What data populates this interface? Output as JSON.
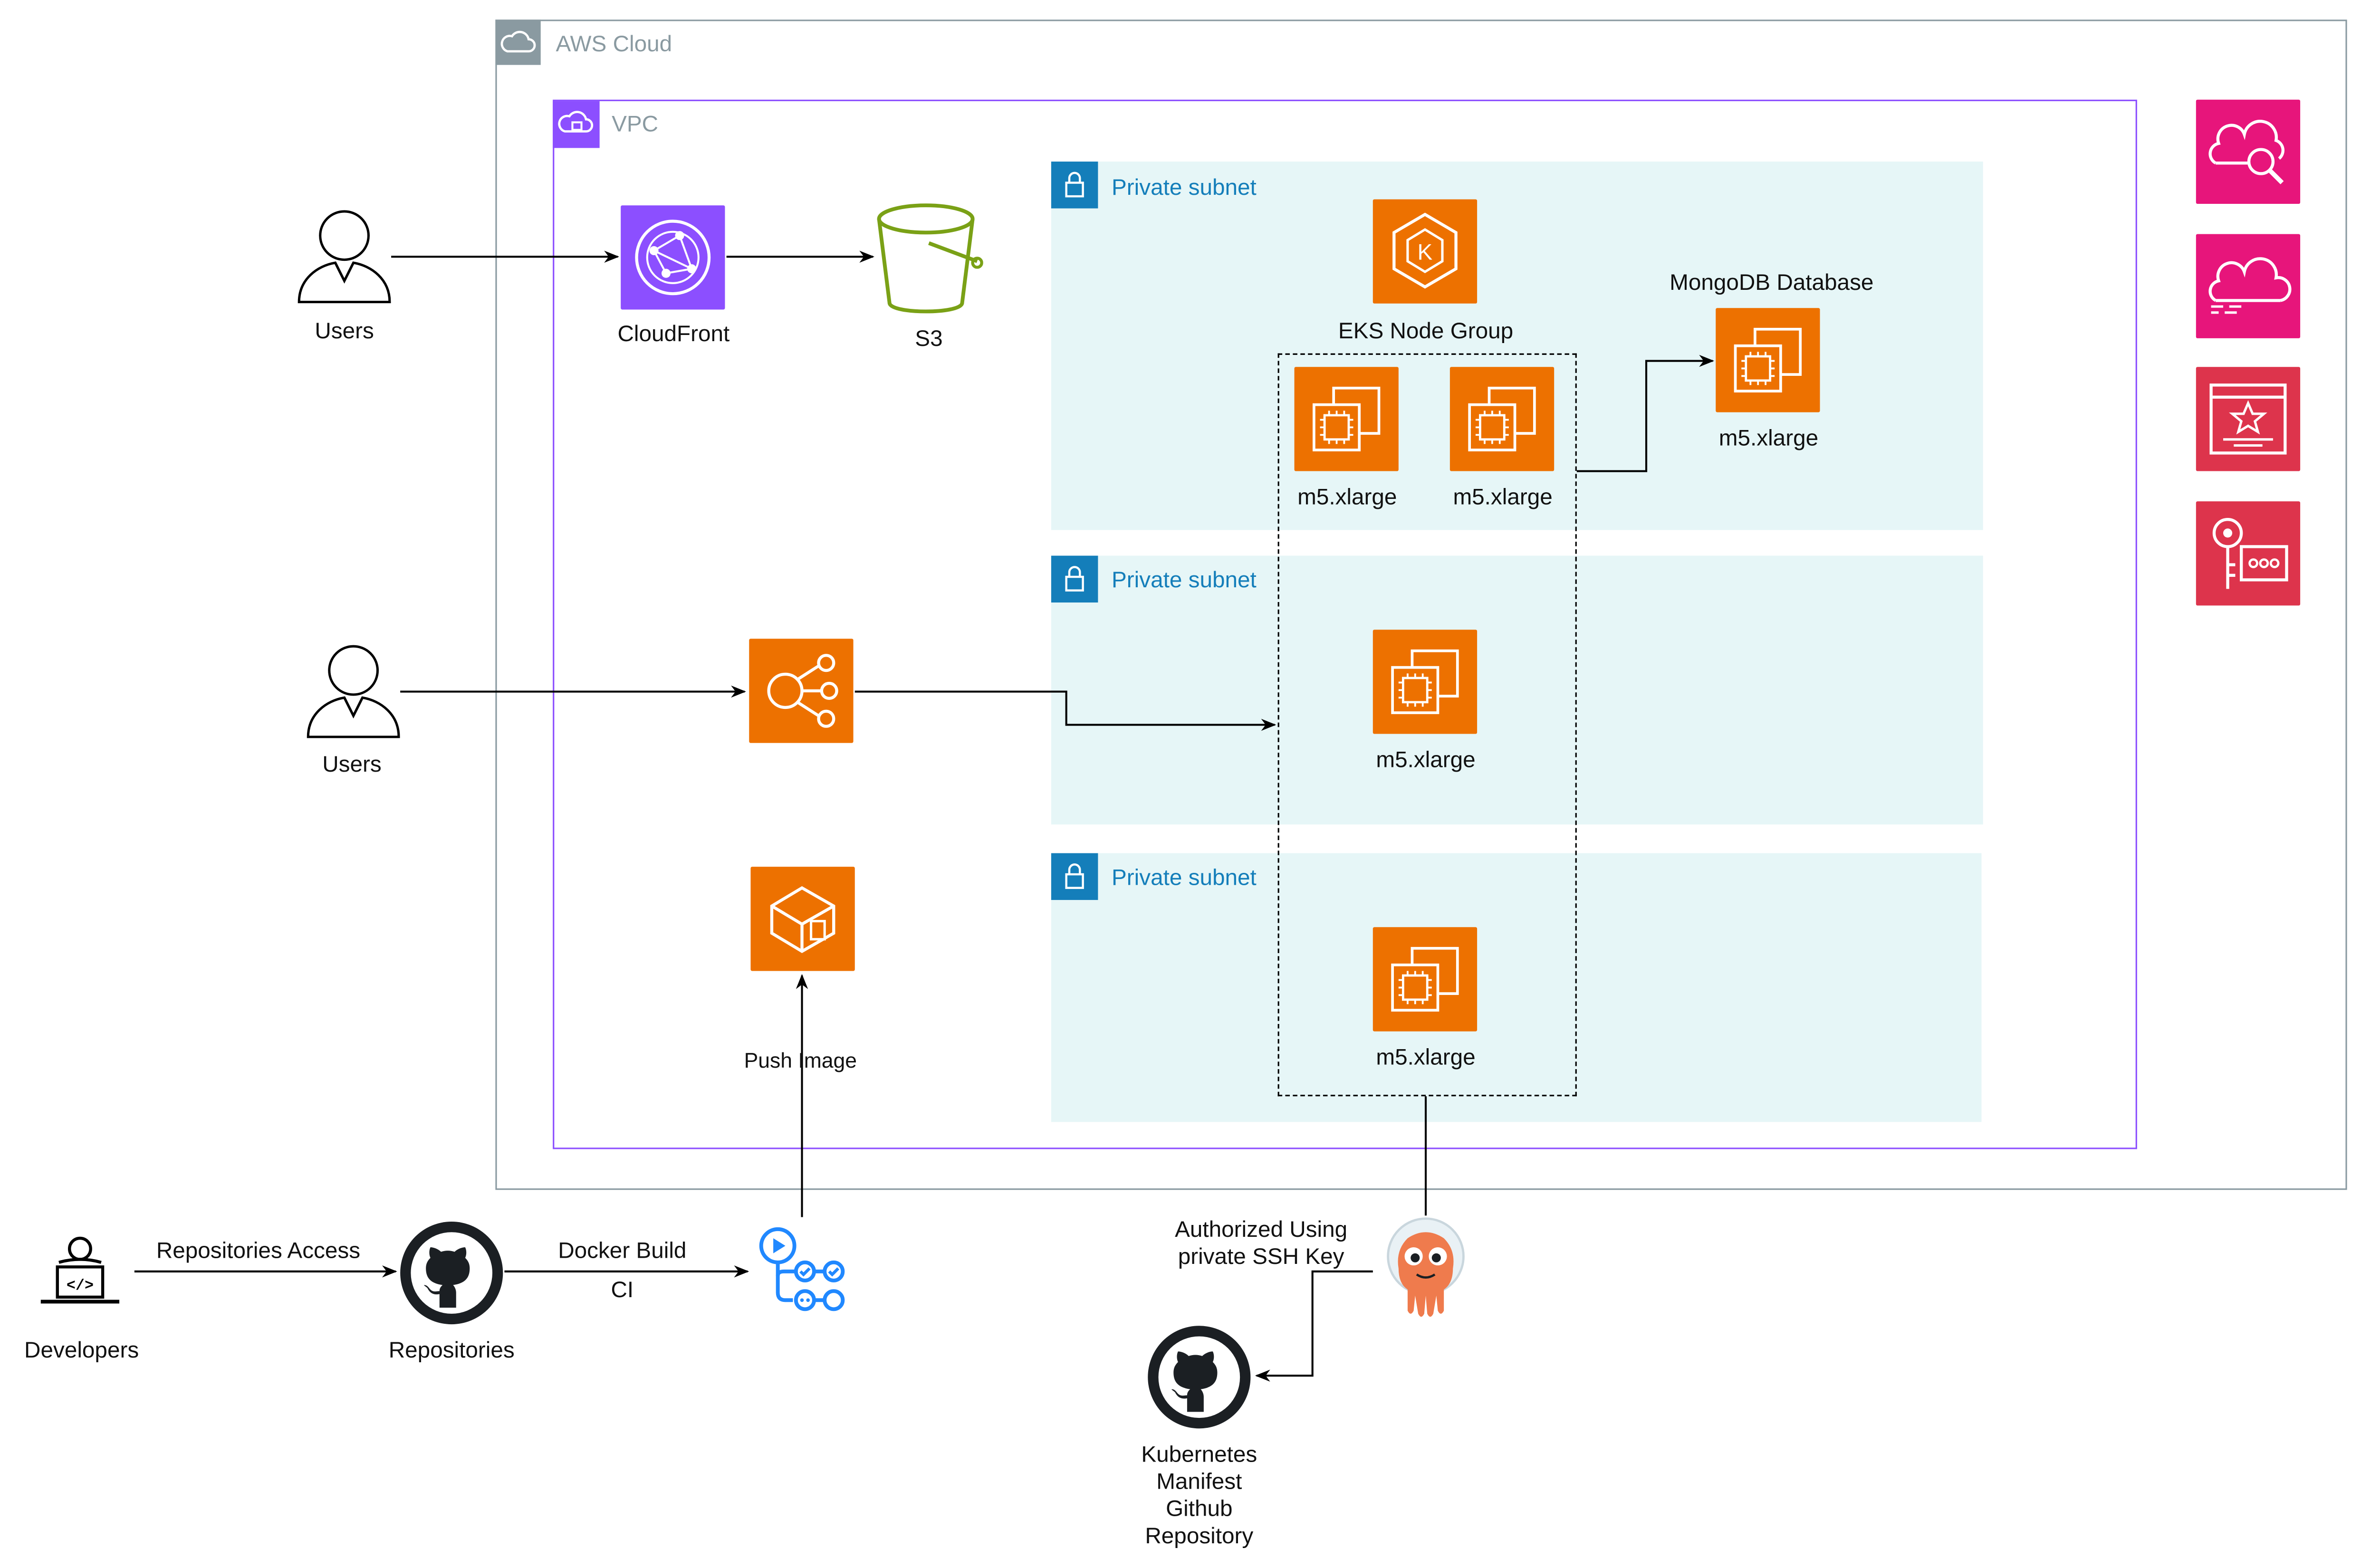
{
  "groups": {
    "aws_cloud": "AWS Cloud",
    "vpc": "VPC",
    "subnet_1": "Private subnet",
    "subnet_2": "Private subnet",
    "subnet_3": "Private subnet"
  },
  "nodes": {
    "users_top": "Users",
    "users_mid": "Users",
    "cloudfront": "CloudFront",
    "s3": "S3",
    "eks_node_group": "EKS Node Group",
    "instance_1": "m5.xlarge",
    "instance_2": "m5.xlarge",
    "instance_3": "m5.xlarge",
    "instance_4": "m5.xlarge",
    "mongodb_title": "MongoDB Database",
    "mongodb_instance": "m5.xlarge",
    "push_image": "Push Image",
    "developers": "Developers",
    "repositories": "Repositories",
    "kubernetes_repo": "Kubernetes Manifest Github Repository"
  },
  "edges": {
    "repositories_access": "Repositories Access",
    "docker_build": "Docker Build",
    "ci": "CI",
    "authorized": "Authorized Using private SSH Key"
  },
  "icons": {
    "users_top": "user-icon",
    "users_mid": "user-icon",
    "cloudfront": "cloudfront-icon",
    "s3": "s3-bucket-icon",
    "eks": "eks-icon",
    "ec2": "ec2-instance-icon",
    "load_balancer": "elastic-load-balancer-icon",
    "ecr": "ecr-icon",
    "developers": "developer-icon",
    "github": "github-icon",
    "pipeline": "github-actions-icon",
    "argocd": "argocd-icon",
    "side_services": [
      "cloudwatch-icon",
      "cloudfront-functions-icon",
      "waf-icon",
      "secrets-manager-icon"
    ]
  },
  "colors": {
    "compute_orange": "#ED7100",
    "vpc_purple": "#8C4FFF",
    "subnet_teal": "#147EBA",
    "subnet_fill": "#E6F6F7",
    "management_pink": "#E7157B",
    "security_red": "#DD344C",
    "s3_green": "#7AA116"
  }
}
